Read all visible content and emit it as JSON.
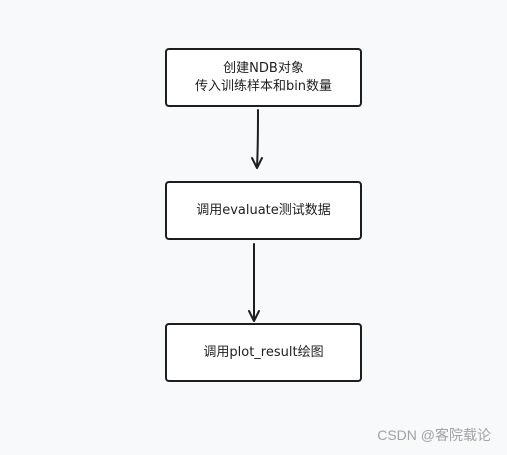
{
  "flowchart": {
    "steps": [
      {
        "lines": [
          "创建NDB对象",
          "传入训练样本和bin数量"
        ]
      },
      {
        "lines": [
          "调用evaluate测试数据"
        ]
      },
      {
        "lines": [
          "调用plot_result绘图"
        ]
      }
    ],
    "edges": [
      {
        "from": 0,
        "to": 1
      },
      {
        "from": 1,
        "to": 2
      }
    ],
    "colors": {
      "stroke": "#1e1e1e",
      "box_fill": "#ffffff",
      "background": "#f8f9fb"
    }
  },
  "watermark": {
    "text": "CSDN @客院载论"
  }
}
